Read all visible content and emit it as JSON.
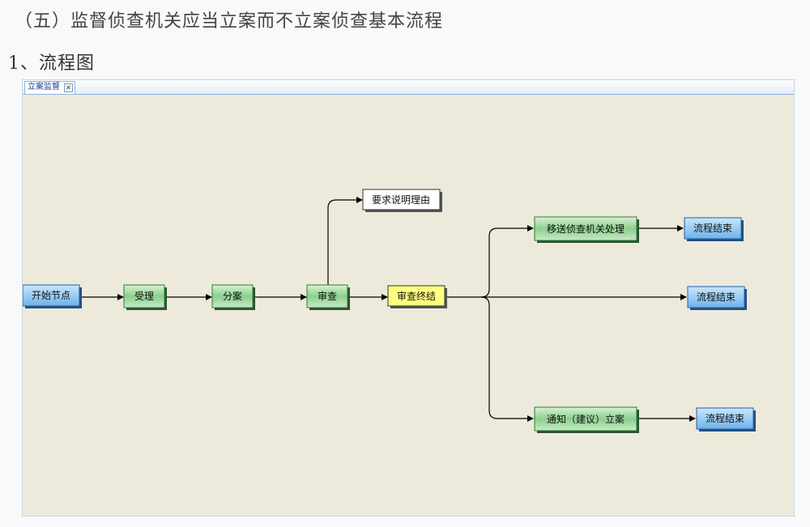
{
  "header": {
    "title": "（五）监督侦查机关应当立案而不立案侦查基本流程",
    "section": "1、流程图"
  },
  "designer": {
    "tab_label": "立案监督",
    "tab_close": "✕"
  },
  "colors": {
    "canvas": "#edeadb",
    "start_end_fill": "#8fc6f2",
    "start_end_border": "#1f5fa8",
    "task_fill": "#9fd7a0",
    "task_border": "#2f7a38",
    "decision_fill": "#ffff80",
    "plain_fill": "#ffffff",
    "edge": "#000000"
  },
  "flow": {
    "nodes": {
      "start": "开始节点",
      "accept": "受理",
      "assign": "分案",
      "review": "审查",
      "request_reason": "要求说明理由",
      "review_conclusion": "审查终结",
      "transfer": "移送侦查机关处理",
      "end_1": "流程结束",
      "end_2": "流程结束",
      "notify": "通知（建议）立案",
      "end_3": "流程结束"
    }
  }
}
